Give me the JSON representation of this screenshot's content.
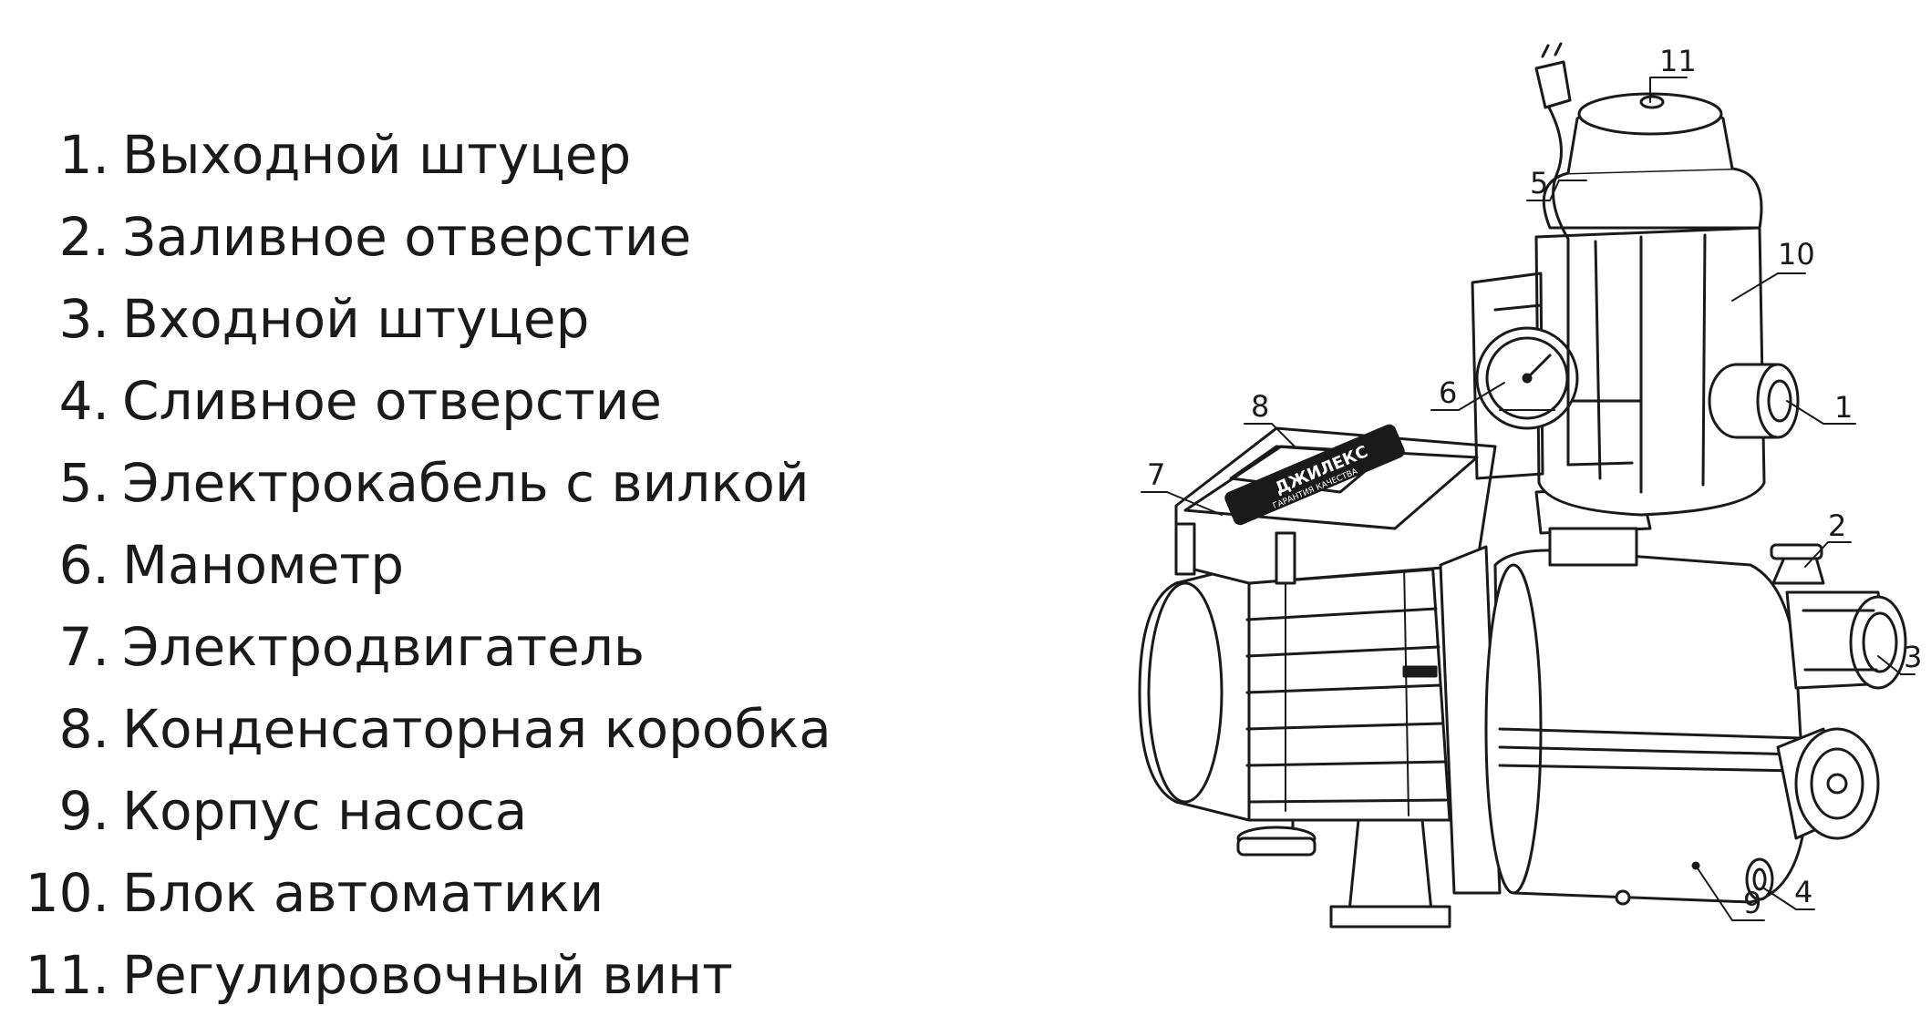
{
  "legend": [
    {
      "num": "1.",
      "text": "Выходной штуцер"
    },
    {
      "num": "2.",
      "text": "Заливное отверстие"
    },
    {
      "num": "3.",
      "text": "Входной штуцер"
    },
    {
      "num": "4.",
      "text": "Сливное отверстие"
    },
    {
      "num": "5.",
      "text": "Электрокабель с вилкой"
    },
    {
      "num": "6.",
      "text": "Манометр"
    },
    {
      "num": "7.",
      "text": "Электродвигатель"
    },
    {
      "num": "8.",
      "text": "Конденсаторная коробка"
    },
    {
      "num": "9.",
      "text": "Корпус насоса"
    },
    {
      "num": "10.",
      "text": "Блок автоматики"
    },
    {
      "num": "11.",
      "text": "Регулировочный винт"
    }
  ],
  "callouts": [
    "1",
    "2",
    "3",
    "4",
    "5",
    "6",
    "7",
    "8",
    "9",
    "10",
    "11"
  ],
  "brand": {
    "logo_text": "ДЖИЛЕКС",
    "logo_subtext": "ГАРАНТИЯ КАЧЕСТВА"
  }
}
